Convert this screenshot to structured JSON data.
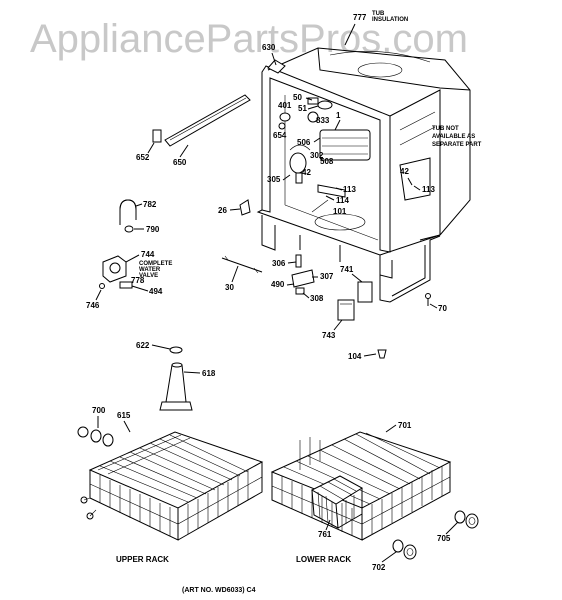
{
  "watermark": "AppliancePartsPros.com",
  "tub_note": {
    "number": "777",
    "line1": "TUB",
    "line2": "INSULATION"
  },
  "separate_note": [
    "TUB NOT",
    "AVAILABLE AS",
    "SEPARATE PART"
  ],
  "valve_note": [
    "COMPLETE",
    "WATER",
    "VALVE"
  ],
  "labels": {
    "p630": "630",
    "p50": "50",
    "p401": "401",
    "p51": "51",
    "p833": "833",
    "p1": "1",
    "p654": "654",
    "p506": "506",
    "p302": "302",
    "p508": "508",
    "p42a": "42",
    "p42b": "42",
    "p305": "305",
    "p113a": "113",
    "p113b": "113",
    "p114": "114",
    "p101": "101",
    "p652": "652",
    "p650": "650",
    "p782": "782",
    "p790": "790",
    "p744": "744",
    "p778": "778",
    "p494": "494",
    "p746": "746",
    "p26": "26",
    "p30": "30",
    "p306": "306",
    "p307": "307",
    "p741": "741",
    "p490": "490",
    "p308": "308",
    "p743": "743",
    "p70": "70",
    "p104": "104",
    "p622": "622",
    "p618": "618",
    "p700": "700",
    "p615": "615",
    "p701": "701",
    "p761": "761",
    "p705": "705",
    "p702": "702"
  },
  "captions": {
    "upper": "UPPER RACK",
    "lower": "LOWER RACK",
    "art": "(ART NO. WD6033) C4"
  }
}
